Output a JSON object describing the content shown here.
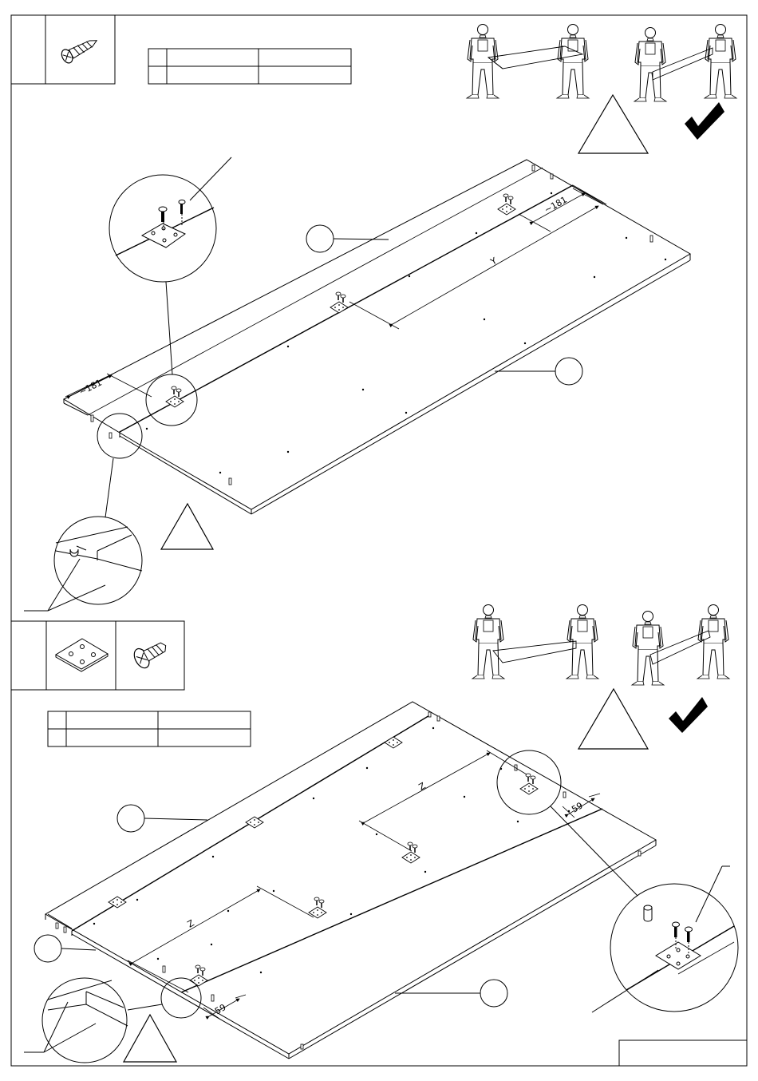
{
  "page": {
    "stroke_color": "#000000",
    "background": "#ffffff"
  },
  "step1": {
    "parts_box": {
      "screw_icon": "screw-icon"
    },
    "table": {
      "rows": [
        [
          "",
          "",
          ""
        ],
        [
          "",
          "",
          ""
        ]
      ]
    },
    "dim_181_left": "~181",
    "dim_181_right": "~181",
    "dim_y": "Y",
    "warning_icon": "warning-triangle-icon",
    "check_icon": "checkmark-icon"
  },
  "step2": {
    "parts_box": {
      "plate_icon": "connector-plate-icon",
      "screw_icon": "screw-icon"
    },
    "table": {
      "rows": [
        [
          "",
          "",
          ""
        ],
        [
          "",
          "",
          ""
        ]
      ]
    },
    "dim_z_left": "Z",
    "dim_z_right": "Z",
    "dim_59_left": "59",
    "dim_59_right": "59",
    "warning_icon": "warning-triangle-icon",
    "check_icon": "checkmark-icon"
  }
}
